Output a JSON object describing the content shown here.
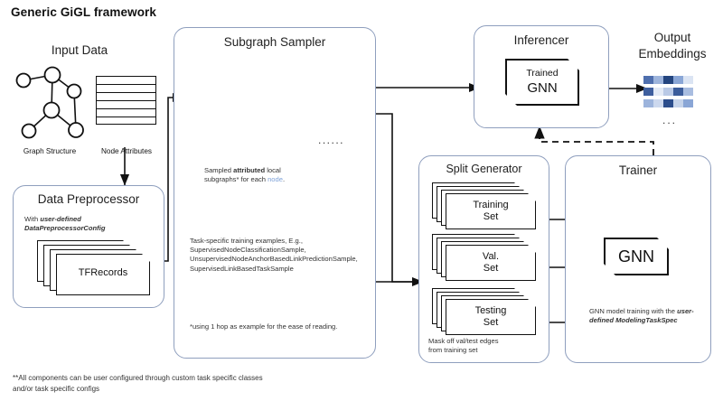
{
  "title": "Generic GiGL framework",
  "input": {
    "heading": "Input Data",
    "graph_label": "Graph Structure",
    "attrs_label": "Node Attributes",
    "attr_rows": 6
  },
  "preprocessor": {
    "heading": "Data Preprocessor",
    "caption_prefix": "With ",
    "caption_bold": "user-defined DataPreprocessorConfig",
    "doc_label": "TFRecords"
  },
  "sampler": {
    "heading": "Subgraph Sampler",
    "ellipsis": "......",
    "caption_line1_a": "Sampled ",
    "caption_line1_b": "attributed",
    "caption_line1_c": " local",
    "caption_line2_a": "subgraphs* for each ",
    "caption_line2_b": "node",
    "caption_line2_c": ".",
    "examples": "Task-specific training examples, E.g., SupervisedNodeClassificationSample, UnsupervisedNodeAnchorBasedLinkPredictionSample, SupervisedLinkBasedTaskSample",
    "footnote": "*using 1 hop as example for the ease of reading."
  },
  "inferencer": {
    "heading": "Inferencer",
    "model_top": "Trained",
    "model_bottom": "GNN"
  },
  "output": {
    "heading_line1": "Output",
    "heading_line2": "Embeddings",
    "ellipsis": "...",
    "rows": [
      [
        "#4f6fae",
        "#9db4dc",
        "#24457f",
        "#8aa6d6",
        "#dbe4f3"
      ],
      [
        "#3f5f9e",
        "#e3eaf6",
        "#b9c9e6",
        "#3b5c9b",
        "#a9bde0"
      ],
      [
        "#9db4dc",
        "#ccd8ee",
        "#2b4d8c",
        "#c5d3ea",
        "#8aa6d6"
      ]
    ]
  },
  "split": {
    "heading": "Split Generator",
    "sets": [
      {
        "line1": "Training",
        "line2": "Set"
      },
      {
        "line1": "Val.",
        "line2": "Set"
      },
      {
        "line1": "Testing",
        "line2": "Set"
      }
    ],
    "caption_line1": "Mask off val/test edges",
    "caption_line2": "from training set"
  },
  "trainer": {
    "heading": "Trainer",
    "model": "GNN",
    "caption_prefix": "GNN model training with the ",
    "caption_bold": "user-defined ModelingTaskSpec"
  },
  "footnote": {
    "line1": "**All components can be user configured through custom task specific classes",
    "line2": "and/or task specific configs"
  },
  "colors": {
    "group_border": "#8f9fbe",
    "node_fill": "#7f9fd4",
    "node_stroke": "#111111",
    "link_blue": "#7fa2d8"
  }
}
